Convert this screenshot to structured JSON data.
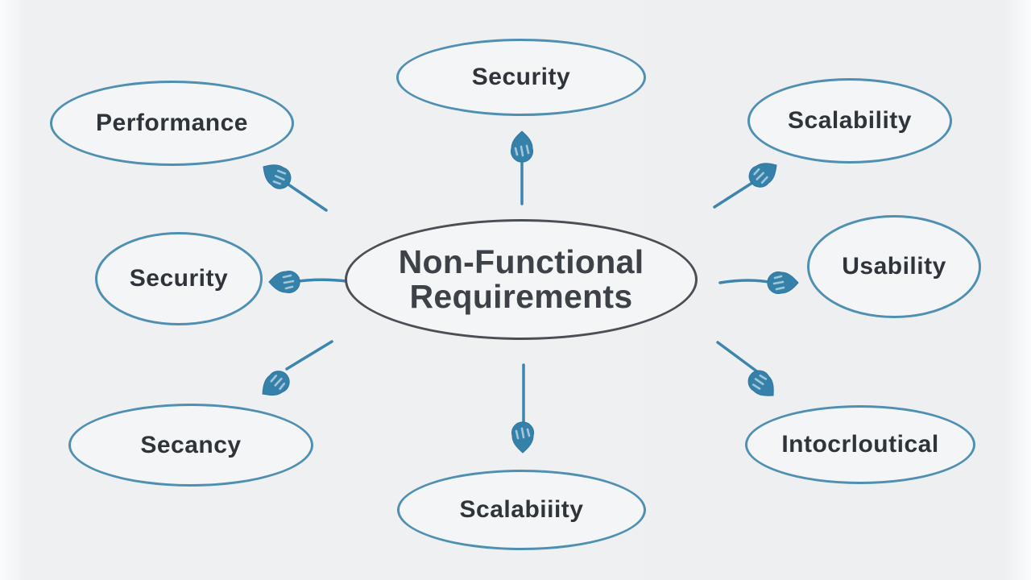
{
  "center": {
    "label": "Non-Functional Requirements"
  },
  "nodes": [
    {
      "id": "performance",
      "label": "Performance"
    },
    {
      "id": "security-top",
      "label": "Security"
    },
    {
      "id": "scalability-top-right",
      "label": "Scalability"
    },
    {
      "id": "security-left",
      "label": "Security"
    },
    {
      "id": "usability",
      "label": "Usability"
    },
    {
      "id": "secancy-bottom-left",
      "label": "Secancy"
    },
    {
      "id": "scalability-bottom",
      "label": "Scalabiiity"
    },
    {
      "id": "intocrloutical",
      "label": "Intocrloutical"
    }
  ],
  "connections": [
    {
      "from": "center",
      "to": "performance"
    },
    {
      "from": "center",
      "to": "security-top"
    },
    {
      "from": "center",
      "to": "scalability-top-right"
    },
    {
      "from": "center",
      "to": "security-left"
    },
    {
      "from": "center",
      "to": "usability"
    },
    {
      "from": "center",
      "to": "secancy-bottom-left"
    },
    {
      "from": "center",
      "to": "scalability-bottom"
    },
    {
      "from": "center",
      "to": "intocrloutical"
    }
  ],
  "colors": {
    "background": "#eef0f2",
    "satellite_border": "#4e8fb2",
    "center_border": "#4a4f56",
    "text": "#2f343a",
    "arrow": "#3c85ad"
  }
}
